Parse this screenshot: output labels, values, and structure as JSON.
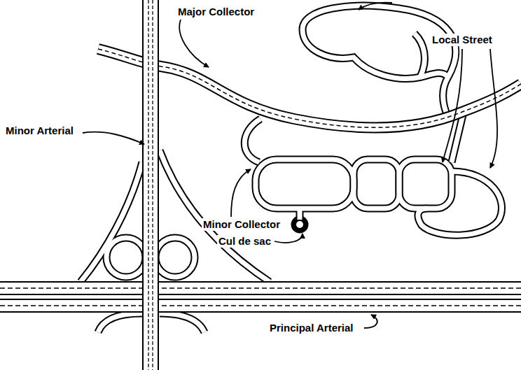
{
  "diagram": {
    "labels": [
      "Major Collector",
      "Local Street",
      "Minor Arterial",
      "Minor Collector",
      "Cul de sac",
      "Principal Arterial"
    ]
  }
}
